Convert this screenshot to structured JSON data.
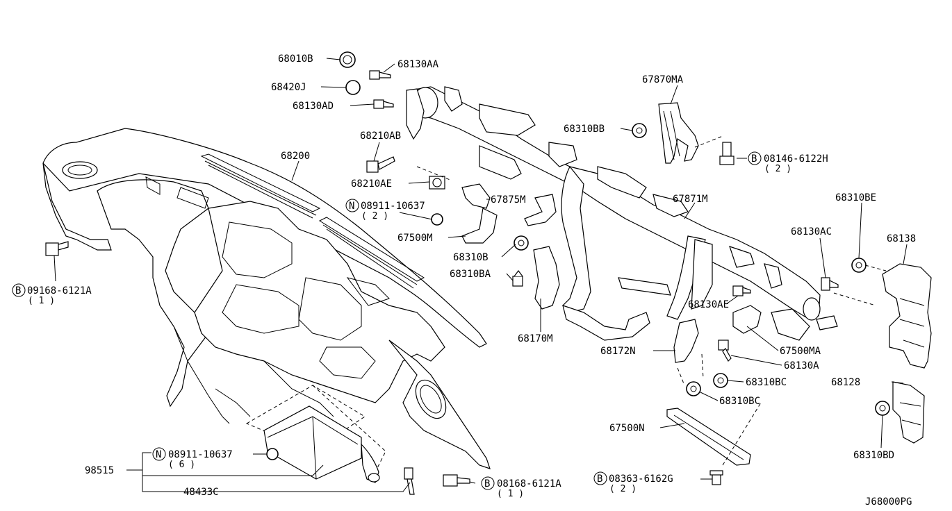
{
  "parts": {
    "p68010B": "68010B",
    "p68130AA": "68130AA",
    "p68420J": "68420J",
    "p68130AD": "68130AD",
    "p68210AB": "68210AB",
    "p68200": "68200",
    "p68210AE": "68210AE",
    "n08911_10637_top": "08911-10637",
    "n08911_10637_top_qty": "( 2 )",
    "p67875M": "67875M",
    "p67500M": "67500M",
    "p68310B": "68310B",
    "p68310BA": "68310BA",
    "p68170M": "68170M",
    "p67870MA": "67870MA",
    "p68310BB": "68310BB",
    "b08146_6122H": "08146-6122H",
    "b08146_6122H_qty": "( 2 )",
    "p67871M": "67871M",
    "p68310BE": "68310BE",
    "p68130AC": "68130AC",
    "p68138": "68138",
    "p68130AE": "68130AE",
    "p67500MA": "67500MA",
    "p68172N": "68172N",
    "p68130A": "68130A",
    "p68310BC_1": "68310BC",
    "p68310BC_2": "68310BC",
    "p68128": "68128",
    "p67500N": "67500N",
    "p68310BD": "68310BD",
    "b08363_6162G": "08363-6162G",
    "b08363_6162G_qty": "( 2 )",
    "b08168_6121A_bottom": "08168-6121A",
    "b08168_6121A_bottom_qty": "( 1 )",
    "n08911_10637_bottom": "08911-10637",
    "n08911_10637_bottom_qty": "( 6 )",
    "p98515": "98515",
    "p48433C": "48433C",
    "b09168_6121A_left": "09168-6121A",
    "b09168_6121A_left_qty": "( 1 )",
    "sym_B": "B",
    "sym_N": "N",
    "drawing_code": "J68000PG"
  }
}
